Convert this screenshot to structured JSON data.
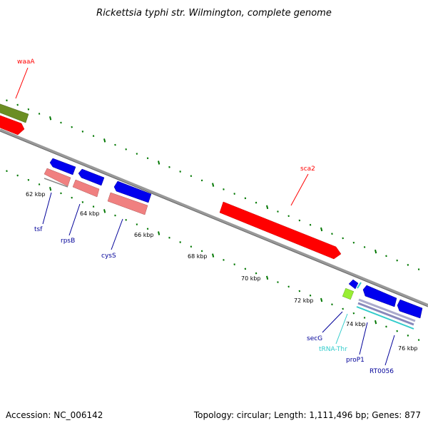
{
  "title": "Rickettsia typhi str. Wilmington, complete genome",
  "footer": {
    "accession": "Accession: NC_006142",
    "summary": "Topology: circular; Length: 1,111,496 bp; Genes: 877"
  },
  "scale": {
    "labels": [
      {
        "text": "62 kbp"
      },
      {
        "text": "64 kbp"
      },
      {
        "text": "66 kbp"
      },
      {
        "text": "68 kbp"
      },
      {
        "text": "70 kbp"
      },
      {
        "text": "72 kbp"
      },
      {
        "text": "74 kbp"
      },
      {
        "text": "76 kbp"
      }
    ]
  },
  "genes": [
    {
      "name": "waaA",
      "color": "#ff0000"
    },
    {
      "name": "sca2",
      "color": "#ff0000"
    },
    {
      "name": "tsf",
      "color": "#000099"
    },
    {
      "name": "rpsB",
      "color": "#000099"
    },
    {
      "name": "cysS",
      "color": "#000099"
    },
    {
      "name": "secG",
      "color": "#000099"
    },
    {
      "name": "tRNA-Thr",
      "color": "#33cccc"
    },
    {
      "name": "proP1",
      "color": "#000099"
    },
    {
      "name": "RT0056",
      "color": "#000099"
    }
  ],
  "colors": {
    "backbone": "#888888",
    "ticks": "#007700",
    "forward_cds": "#ff0000",
    "reverse_cds": "#0000ee",
    "rna": "#33cccc",
    "pink_feature": "#f08080",
    "olive_feature": "#6b8e23",
    "lime_feature": "#99ee33"
  }
}
